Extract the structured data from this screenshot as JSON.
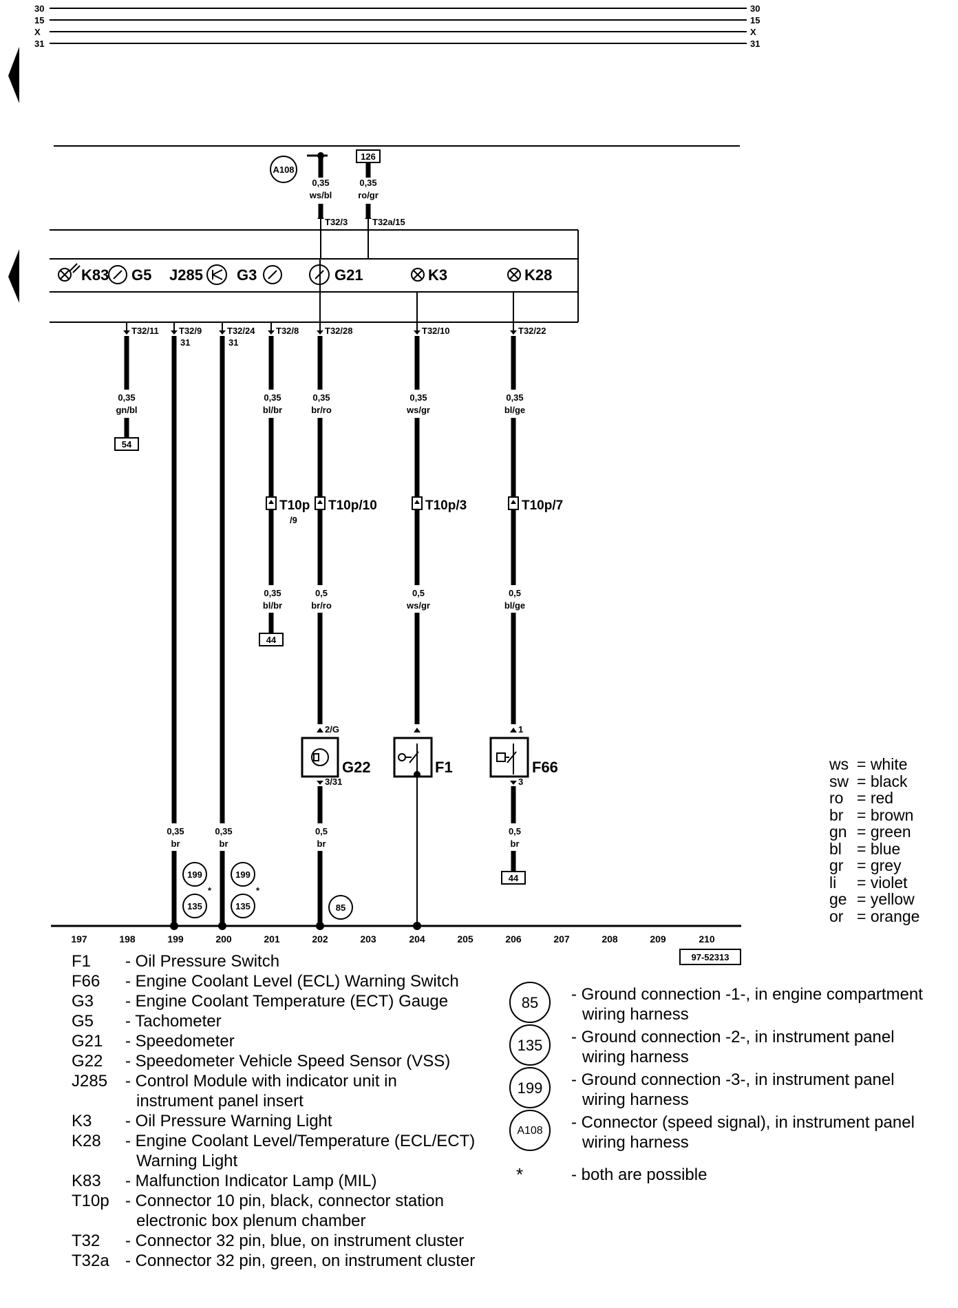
{
  "bus_lines": [
    "30",
    "15",
    "X",
    "31"
  ],
  "columns": [
    "197",
    "198",
    "199",
    "200",
    "201",
    "202",
    "203",
    "204",
    "205",
    "206",
    "207",
    "208",
    "209",
    "210"
  ],
  "diagram_id": "97-52313",
  "top_connectors": {
    "a108": {
      "badge": "A108",
      "gauge": "0,35",
      "color": "ws/bl",
      "pin": "T32/3"
    },
    "ref126": {
      "ref": "126",
      "gauge": "0,35",
      "color": "ro/gr",
      "pin": "T32a/15"
    }
  },
  "cluster_symbols": [
    "K83",
    "G5",
    "J285",
    "G3",
    "G21",
    "K3",
    "K28"
  ],
  "wires": [
    {
      "pin": "T32/11",
      "gauge": "0,35",
      "color": "gn/bl",
      "ref": "54"
    },
    {
      "pin": "T32/9",
      "sub": "31",
      "gauge": "0,35",
      "color": "br",
      "grounds": [
        "199",
        "135"
      ]
    },
    {
      "pin": "T32/24",
      "sub": "31",
      "gauge": "0,35",
      "color": "br",
      "grounds": [
        "199",
        "135"
      ]
    },
    {
      "pin": "T32/8",
      "gauge1": "0,35",
      "color1": "bl/br",
      "conn": "T10p",
      "conn_sub": "/9",
      "gauge2": "0,35",
      "color2": "bl/br",
      "ref": "44"
    },
    {
      "pin": "T32/28",
      "gauge1": "0,35",
      "color1": "br/ro",
      "conn": "T10p/10",
      "gauge2": "0,5",
      "color2": "br/ro",
      "comp_pin_top": "2/G",
      "comp": "G22",
      "comp_pin_bot": "3/31",
      "gauge3": "0,5",
      "color3": "br",
      "ground": "85"
    },
    {
      "pin": "T32/10",
      "gauge1": "0,35",
      "color1": "ws/gr",
      "conn": "T10p/3",
      "gauge2": "0,5",
      "color2": "ws/gr",
      "comp": "F1"
    },
    {
      "pin": "T32/22",
      "gauge1": "0,35",
      "color1": "bl/ge",
      "conn": "T10p/7",
      "gauge2": "0,5",
      "color2": "bl/ge",
      "comp_pin_top": "1",
      "comp": "F66",
      "comp_pin_bot": "3",
      "gauge3": "0,5",
      "color3": "br",
      "ref": "44"
    }
  ],
  "asterisk": "*",
  "legend": [
    {
      "code": "F1",
      "desc": "- Oil Pressure Switch"
    },
    {
      "code": "F66",
      "desc": "- Engine Coolant Level (ECL) Warning Switch"
    },
    {
      "code": "G3",
      "desc": "- Engine Coolant Temperature (ECT) Gauge"
    },
    {
      "code": "G5",
      "desc": "- Tachometer"
    },
    {
      "code": "G21",
      "desc": "- Speedometer"
    },
    {
      "code": "G22",
      "desc": "- Speedometer Vehicle Speed Sensor (VSS)"
    },
    {
      "code": "J285",
      "desc": "- Control Module with indicator unit in",
      "desc2": "instrument panel insert"
    },
    {
      "code": "K3",
      "desc": "- Oil Pressure Warning Light"
    },
    {
      "code": "K28",
      "desc": "- Engine Coolant Level/Temperature (ECL/ECT)",
      "desc2": "Warning Light"
    },
    {
      "code": "K83",
      "desc": "- Malfunction Indicator Lamp (MIL)"
    },
    {
      "code": "T10p",
      "desc": "- Connector 10 pin, black, connector station",
      "desc2": "electronic box plenum chamber"
    },
    {
      "code": "T32",
      "desc": "- Connector 32 pin, blue, on  instrument cluster"
    },
    {
      "code": "T32a",
      "desc": "- Connector 32 pin, green, on  instrument cluster"
    }
  ],
  "color_key": [
    {
      "code": "ws",
      "name": "= white"
    },
    {
      "code": "sw",
      "name": "= black"
    },
    {
      "code": "ro",
      "name": "= red"
    },
    {
      "code": "br",
      "name": "= brown"
    },
    {
      "code": "gn",
      "name": "= green"
    },
    {
      "code": "bl",
      "name": "= blue"
    },
    {
      "code": "gr",
      "name": "= grey"
    },
    {
      "code": "li",
      "name": "= violet"
    },
    {
      "code": "ge",
      "name": "= yellow"
    },
    {
      "code": "or",
      "name": "= orange"
    }
  ],
  "ground_key": [
    {
      "badge": "85",
      "desc": "- Ground connection -1-, in engine compartment",
      "desc2": "wiring harness"
    },
    {
      "badge": "135",
      "desc": "- Ground connection -2-, in instrument panel",
      "desc2": "wiring harness"
    },
    {
      "badge": "199",
      "desc": "- Ground connection -3-, in instrument panel",
      "desc2": "wiring harness"
    },
    {
      "badge": "A108",
      "desc": "- Connector (speed signal), in instrument panel",
      "desc2": "wiring harness"
    }
  ],
  "footnote": {
    "symbol": "*",
    "desc": "- both are possible"
  }
}
